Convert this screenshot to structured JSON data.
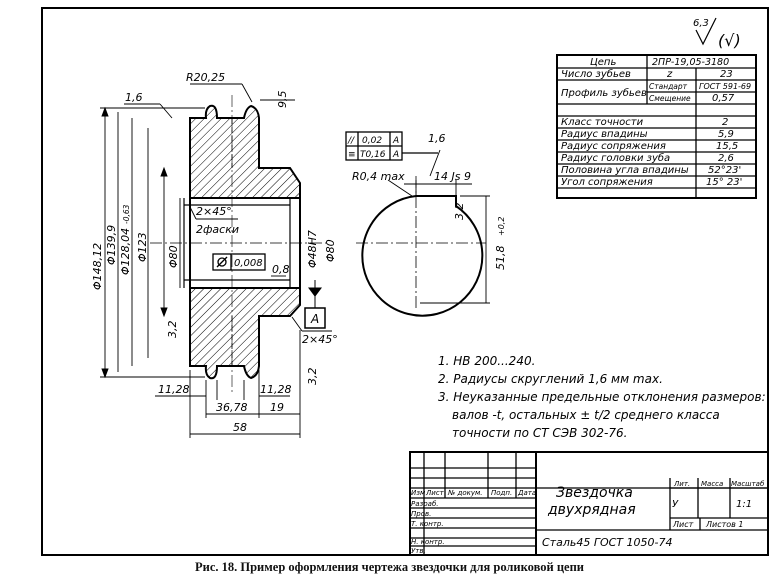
{
  "roughness": {
    "value": "6,3",
    "symbol": "(√)"
  },
  "params_table": {
    "rows": [
      {
        "label": "Цепь",
        "value": "2ПР-19,05-3180"
      },
      {
        "label": "Число зубьев",
        "mid": "z",
        "value": "23"
      },
      {
        "label": "Профиль зубьев",
        "sub": [
          {
            "mid": "Стандарт",
            "value": "ГОСТ 591-69"
          },
          {
            "mid": "Смещение",
            "value": "0,57"
          }
        ]
      },
      {
        "label": "Класс точности",
        "value": "2"
      },
      {
        "label": "Радиус впадины",
        "value": "5,9"
      },
      {
        "label": "Радиус сопряжения",
        "value": "15,5"
      },
      {
        "label": "Радиус головки зуба",
        "value": "2,6"
      },
      {
        "label": "Половина угла впадины",
        "value": "52°23'"
      },
      {
        "label": "Угол сопряжения",
        "value": "15° 23'"
      }
    ]
  },
  "dims": {
    "r20": "R20,25",
    "d95": "9,5",
    "r16": "1,6",
    "d148": "Φ148,12",
    "d139": "Φ139,9",
    "d128": "Φ128,04",
    "d128_tol": "-0,63",
    "d123": "Φ123",
    "d80": "Φ80",
    "d48": "Φ48H7",
    "d80b": "Φ80",
    "ch1": "2×45°",
    "ch1b": "2фаски",
    "ch2": "2×45°",
    "rough32a": "3,2",
    "rough32b": "3,2",
    "d08": "0,8",
    "runout": "0,008",
    "datum": "A",
    "w1128a": "11,28",
    "w3678": "36,78",
    "w1128b": "11,28",
    "w19": "19",
    "w58": "58"
  },
  "tolerance": [
    {
      "sym": "//",
      "val": "0,02",
      "ref": "A"
    },
    {
      "sym": "≡",
      "val": "T0,16",
      "ref": "A"
    }
  ],
  "keyway": {
    "r04": "R0,4 max",
    "w14": "14 Js 9",
    "h518": "51,8",
    "h518_tol": "+0,2",
    "r32": "3,2",
    "r16": "1,6"
  },
  "notes": [
    "1. НВ 200...240.",
    "2. Радиусы скруглений 1,6 мм max.",
    "3. Неуказанные предельные отклонения размеров:",
    "валов -t, остальных ± t/2 среднего класса",
    "точности по СТ СЭВ 302-76."
  ],
  "title_block": {
    "name1": "Звездочка",
    "name2": "двухрядная",
    "material": "Сталь45 ГОСТ 1050-74",
    "col_izm": "Изм",
    "col_list": "Лист",
    "col_doc": "№ докум.",
    "col_podp": "Подп.",
    "col_data": "Дата",
    "razrab": "Разраб.",
    "prov": "Пров.",
    "tkontr": "Т. контр.",
    "nkontr": "Н. контр.",
    "utv": "Утв.",
    "lit": "Лит.",
    "massa": "Масса",
    "masshtab": "Масштаб",
    "lit_val": "У",
    "scale": "1:1",
    "sheet": "Лист",
    "sheets": "Листов 1"
  },
  "caption": "Рис. 18. Пример оформления чертежа звездочки для роликовой цепи"
}
